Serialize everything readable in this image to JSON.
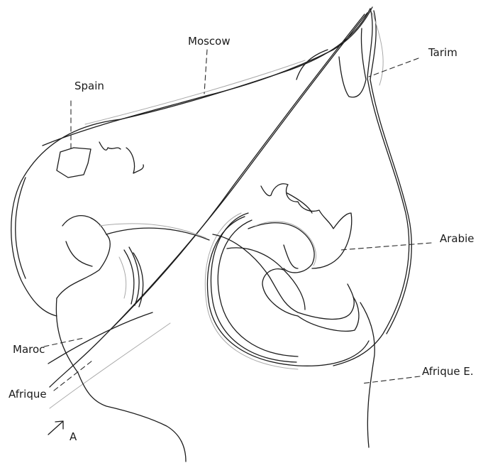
{
  "labels": {
    "moscow": "Moscow",
    "tarim": "Tarim",
    "spain": "Spain",
    "arabie": "Arabie",
    "maroc": "Maroc",
    "afrique": "Afrique",
    "afrique_e": "Afrique E.",
    "a": "A"
  },
  "colors": {
    "ink": "#1c1c1c",
    "faint_ink": "#a9a9a9",
    "background": "#ffffff"
  }
}
